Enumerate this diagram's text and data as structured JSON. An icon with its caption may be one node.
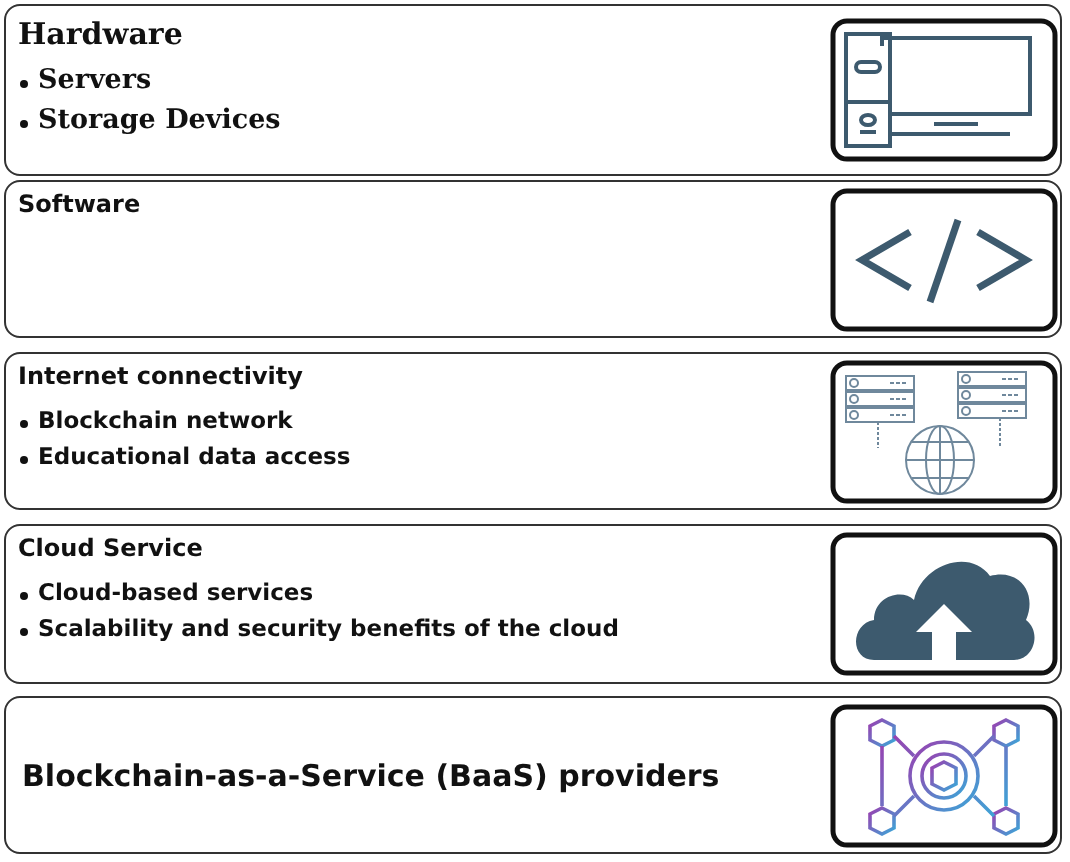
{
  "diagram": {
    "nodes": [
      {
        "text": [
          "Hardware",
          "Servers",
          "Storage Devices"
        ]
      },
      {
        "text": [
          "Software"
        ]
      },
      {
        "text": [
          "Internet connectivity",
          "Blockchain network",
          "Educational data access"
        ]
      },
      {
        "text": [
          "Cloud Service",
          "Cloud-based services",
          "Scalability and security benefits of the cloud"
        ]
      },
      {
        "text": [
          "Blockchain-as-a-Service (BaaS) providers"
        ]
      }
    ]
  }
}
